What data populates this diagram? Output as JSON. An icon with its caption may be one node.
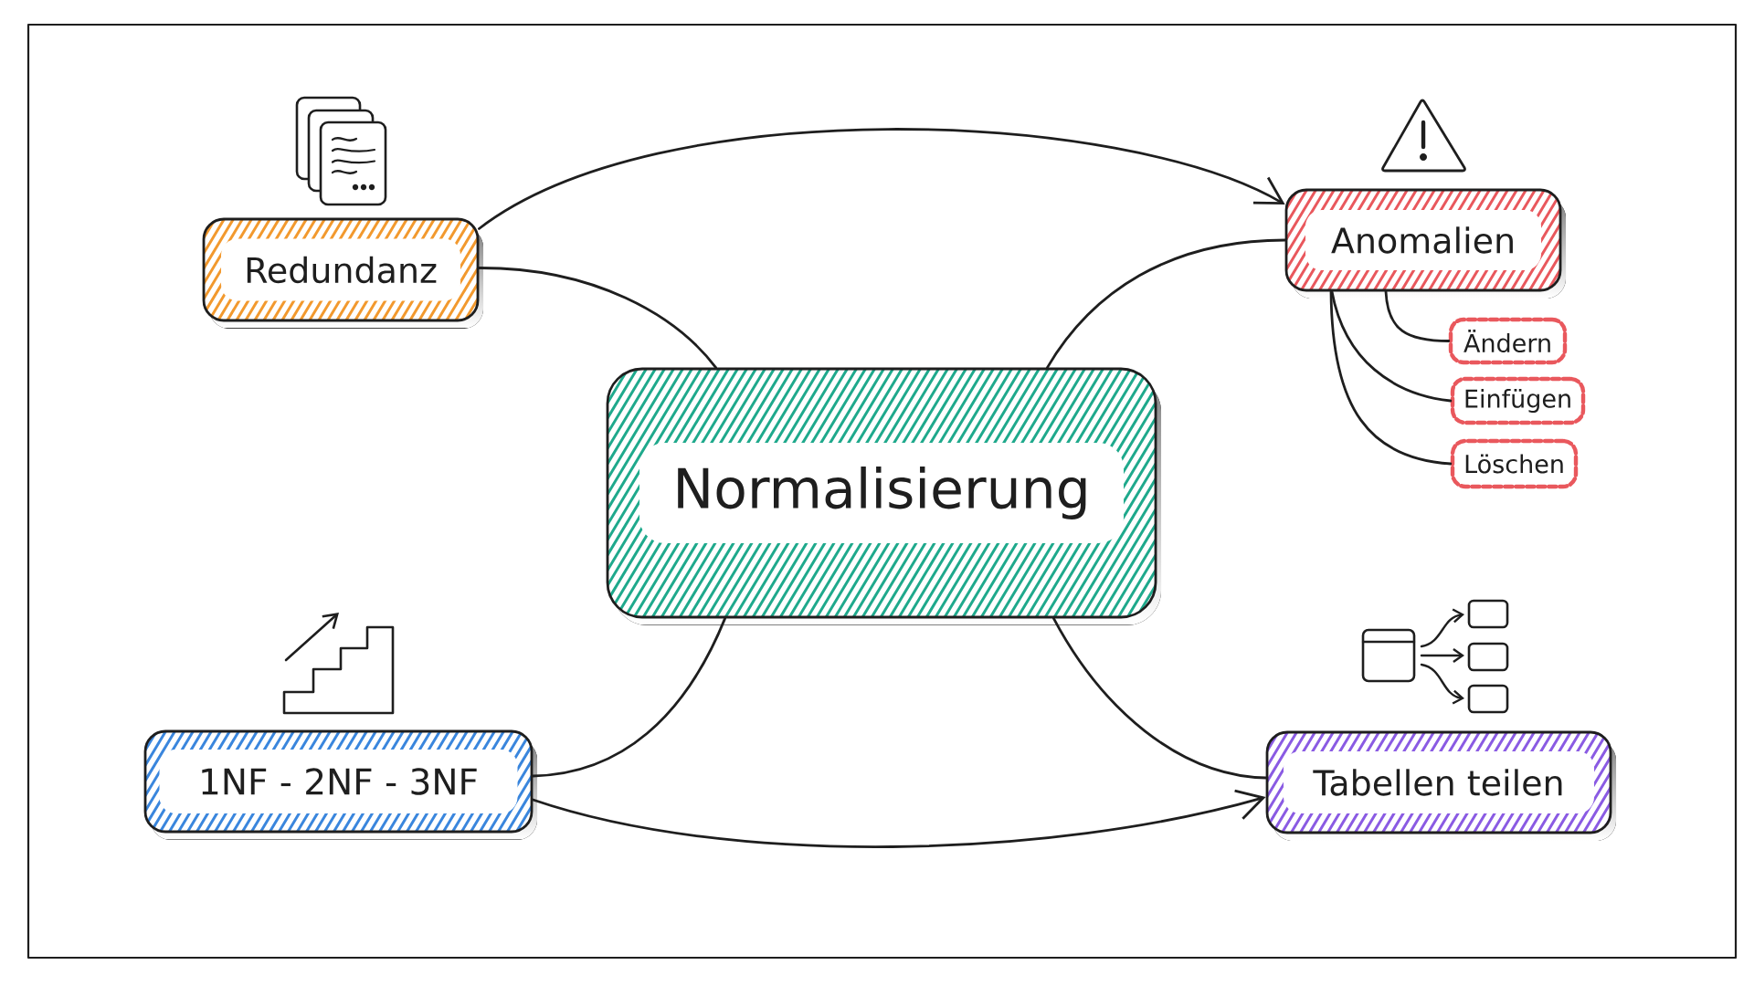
{
  "diagram": {
    "nodes": [
      {
        "text": [
          "Redundanz"
        ]
      },
      {
        "text": [
          "Anomalien"
        ]
      },
      {
        "text": [
          "Ändern"
        ]
      },
      {
        "text": [
          "Einfügen"
        ]
      },
      {
        "text": [
          "Löschen"
        ]
      },
      {
        "text": [
          "Normalisierung"
        ]
      },
      {
        "text": [
          "1NF - 2NF - 3NF"
        ]
      },
      {
        "text": [
          "Tabellen teilen"
        ]
      }
    ],
    "edges": [
      {
        "from": 0,
        "to": 1,
        "arrow": "to"
      },
      {
        "from": 0,
        "to": 5,
        "arrow": "none"
      },
      {
        "from": 5,
        "to": 1,
        "arrow": "none"
      },
      {
        "from": 1,
        "to": 2,
        "arrow": "none"
      },
      {
        "from": 1,
        "to": 3,
        "arrow": "none"
      },
      {
        "from": 1,
        "to": 4,
        "arrow": "none"
      },
      {
        "from": 5,
        "to": 6,
        "arrow": "none"
      },
      {
        "from": 5,
        "to": 7,
        "arrow": "none"
      },
      {
        "from": 6,
        "to": 7,
        "arrow": "to"
      }
    ]
  }
}
